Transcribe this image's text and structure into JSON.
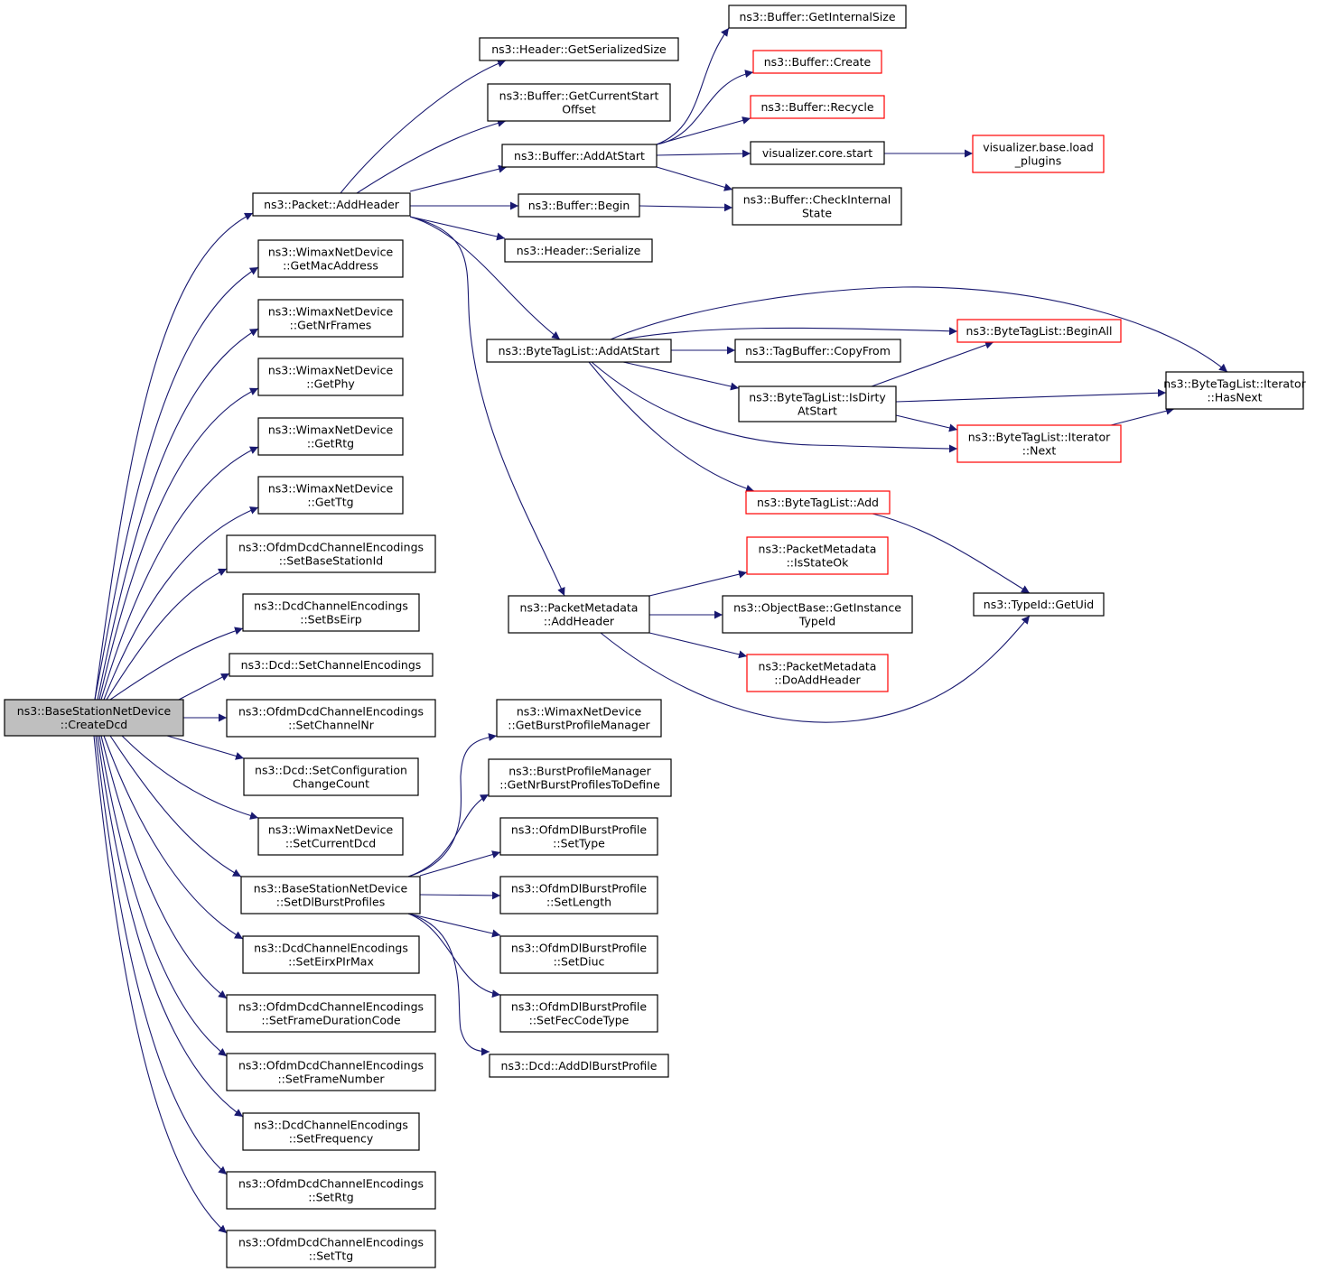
{
  "colors": {
    "edge": "#191970",
    "node_border": "#000000",
    "truncated_border": "#ff0000",
    "root_fill": "#bfbfbf",
    "background": "#ffffff"
  },
  "nodes": [
    {
      "id": "root",
      "lines": [
        "ns3::BaseStationNetDevice",
        "::CreateDcd"
      ],
      "style": "root"
    },
    {
      "id": "pkt_addheader",
      "lines": [
        "ns3::Packet::AddHeader"
      ],
      "style": "normal"
    },
    {
      "id": "wnd_getmac",
      "lines": [
        "ns3::WimaxNetDevice",
        "::GetMacAddress"
      ],
      "style": "normal"
    },
    {
      "id": "wnd_getnrframes",
      "lines": [
        "ns3::WimaxNetDevice",
        "::GetNrFrames"
      ],
      "style": "normal"
    },
    {
      "id": "wnd_getphy",
      "lines": [
        "ns3::WimaxNetDevice",
        "::GetPhy"
      ],
      "style": "normal"
    },
    {
      "id": "wnd_getrtg",
      "lines": [
        "ns3::WimaxNetDevice",
        "::GetRtg"
      ],
      "style": "normal"
    },
    {
      "id": "wnd_getttg",
      "lines": [
        "ns3::WimaxNetDevice",
        "::GetTtg"
      ],
      "style": "normal"
    },
    {
      "id": "odce_setbsid",
      "lines": [
        "ns3::OfdmDcdChannelEncodings",
        "::SetBaseStationId"
      ],
      "style": "normal"
    },
    {
      "id": "dce_setbseirp",
      "lines": [
        "ns3::DcdChannelEncodings",
        "::SetBsEirp"
      ],
      "style": "normal"
    },
    {
      "id": "dcd_setchenc",
      "lines": [
        "ns3::Dcd::SetChannelEncodings"
      ],
      "style": "normal"
    },
    {
      "id": "odce_setchnr",
      "lines": [
        "ns3::OfdmDcdChannelEncodings",
        "::SetChannelNr"
      ],
      "style": "normal"
    },
    {
      "id": "dcd_setconfig",
      "lines": [
        "ns3::Dcd::SetConfiguration",
        "ChangeCount"
      ],
      "style": "normal"
    },
    {
      "id": "wnd_setcurdcd",
      "lines": [
        "ns3::WimaxNetDevice",
        "::SetCurrentDcd"
      ],
      "style": "normal"
    },
    {
      "id": "bsnd_setdlbp",
      "lines": [
        "ns3::BaseStationNetDevice",
        "::SetDlBurstProfiles"
      ],
      "style": "normal"
    },
    {
      "id": "dce_seteirx",
      "lines": [
        "ns3::DcdChannelEncodings",
        "::SetEirxPIrMax"
      ],
      "style": "normal"
    },
    {
      "id": "odce_setfdc",
      "lines": [
        "ns3::OfdmDcdChannelEncodings",
        "::SetFrameDurationCode"
      ],
      "style": "normal"
    },
    {
      "id": "odce_setfn",
      "lines": [
        "ns3::OfdmDcdChannelEncodings",
        "::SetFrameNumber"
      ],
      "style": "normal"
    },
    {
      "id": "dce_setfreq",
      "lines": [
        "ns3::DcdChannelEncodings",
        "::SetFrequency"
      ],
      "style": "normal"
    },
    {
      "id": "odce_setrtg",
      "lines": [
        "ns3::OfdmDcdChannelEncodings",
        "::SetRtg"
      ],
      "style": "normal"
    },
    {
      "id": "odce_setttg",
      "lines": [
        "ns3::OfdmDcdChannelEncodings",
        "::SetTtg"
      ],
      "style": "normal"
    },
    {
      "id": "hdr_getsersize",
      "lines": [
        "ns3::Header::GetSerializedSize"
      ],
      "style": "normal"
    },
    {
      "id": "buf_getcso",
      "lines": [
        "ns3::Buffer::GetCurrentStart",
        "Offset"
      ],
      "style": "normal"
    },
    {
      "id": "buf_addatstart",
      "lines": [
        "ns3::Buffer::AddAtStart"
      ],
      "style": "normal"
    },
    {
      "id": "buf_begin",
      "lines": [
        "ns3::Buffer::Begin"
      ],
      "style": "normal"
    },
    {
      "id": "hdr_serialize",
      "lines": [
        "ns3::Header::Serialize"
      ],
      "style": "normal"
    },
    {
      "id": "btl_addatstart",
      "lines": [
        "ns3::ByteTagList::AddAtStart"
      ],
      "style": "normal"
    },
    {
      "id": "pm_addheader",
      "lines": [
        "ns3::PacketMetadata",
        "::AddHeader"
      ],
      "style": "normal"
    },
    {
      "id": "buf_getintsize",
      "lines": [
        "ns3::Buffer::GetInternalSize"
      ],
      "style": "normal"
    },
    {
      "id": "buf_create",
      "lines": [
        "ns3::Buffer::Create"
      ],
      "style": "truncated"
    },
    {
      "id": "buf_recycle",
      "lines": [
        "ns3::Buffer::Recycle"
      ],
      "style": "truncated"
    },
    {
      "id": "viz_start",
      "lines": [
        "visualizer.core.start"
      ],
      "style": "normal"
    },
    {
      "id": "buf_checkint",
      "lines": [
        "ns3::Buffer::CheckInternal",
        "State"
      ],
      "style": "normal"
    },
    {
      "id": "viz_loadplugins",
      "lines": [
        "visualizer.base.load",
        "_plugins"
      ],
      "style": "truncated"
    },
    {
      "id": "tb_copyfrom",
      "lines": [
        "ns3::TagBuffer::CopyFrom"
      ],
      "style": "normal"
    },
    {
      "id": "btl_isdirty",
      "lines": [
        "ns3::ByteTagList::IsDirty",
        "AtStart"
      ],
      "style": "normal"
    },
    {
      "id": "btl_beginall",
      "lines": [
        "ns3::ByteTagList::BeginAll"
      ],
      "style": "truncated"
    },
    {
      "id": "btl_itnext",
      "lines": [
        "ns3::ByteTagList::Iterator",
        "::Next"
      ],
      "style": "truncated"
    },
    {
      "id": "btl_ithasnext",
      "lines": [
        "ns3::ByteTagList::Iterator",
        "::HasNext"
      ],
      "style": "normal"
    },
    {
      "id": "btl_add",
      "lines": [
        "ns3::ByteTagList::Add"
      ],
      "style": "truncated"
    },
    {
      "id": "pm_isstateok",
      "lines": [
        "ns3::PacketMetadata",
        "::IsStateOk"
      ],
      "style": "truncated"
    },
    {
      "id": "ob_getinsttid",
      "lines": [
        "ns3::ObjectBase::GetInstance",
        "TypeId"
      ],
      "style": "normal"
    },
    {
      "id": "pm_doaddheader",
      "lines": [
        "ns3::PacketMetadata",
        "::DoAddHeader"
      ],
      "style": "truncated"
    },
    {
      "id": "tid_getuid",
      "lines": [
        "ns3::TypeId::GetUid"
      ],
      "style": "normal"
    },
    {
      "id": "wnd_getbpm",
      "lines": [
        "ns3::WimaxNetDevice",
        "::GetBurstProfileManager"
      ],
      "style": "normal"
    },
    {
      "id": "bpm_getnrbp",
      "lines": [
        "ns3::BurstProfileManager",
        "::GetNrBurstProfilesToDefine"
      ],
      "style": "normal"
    },
    {
      "id": "odbp_settype",
      "lines": [
        "ns3::OfdmDlBurstProfile",
        "::SetType"
      ],
      "style": "normal"
    },
    {
      "id": "odbp_setlength",
      "lines": [
        "ns3::OfdmDlBurstProfile",
        "::SetLength"
      ],
      "style": "normal"
    },
    {
      "id": "odbp_setdiuc",
      "lines": [
        "ns3::OfdmDlBurstProfile",
        "::SetDiuc"
      ],
      "style": "normal"
    },
    {
      "id": "odbp_setfec",
      "lines": [
        "ns3::OfdmDlBurstProfile",
        "::SetFecCodeType"
      ],
      "style": "normal"
    },
    {
      "id": "dcd_adddlbp",
      "lines": [
        "ns3::Dcd::AddDlBurstProfile"
      ],
      "style": "normal"
    }
  ],
  "edges": [
    [
      "root",
      "pkt_addheader"
    ],
    [
      "root",
      "wnd_getmac"
    ],
    [
      "root",
      "wnd_getnrframes"
    ],
    [
      "root",
      "wnd_getphy"
    ],
    [
      "root",
      "wnd_getrtg"
    ],
    [
      "root",
      "wnd_getttg"
    ],
    [
      "root",
      "odce_setbsid"
    ],
    [
      "root",
      "dce_setbseirp"
    ],
    [
      "root",
      "dcd_setchenc"
    ],
    [
      "root",
      "odce_setchnr"
    ],
    [
      "root",
      "dcd_setconfig"
    ],
    [
      "root",
      "wnd_setcurdcd"
    ],
    [
      "root",
      "bsnd_setdlbp"
    ],
    [
      "root",
      "dce_seteirx"
    ],
    [
      "root",
      "odce_setfdc"
    ],
    [
      "root",
      "odce_setfn"
    ],
    [
      "root",
      "dce_setfreq"
    ],
    [
      "root",
      "odce_setrtg"
    ],
    [
      "root",
      "odce_setttg"
    ],
    [
      "pkt_addheader",
      "hdr_getsersize"
    ],
    [
      "pkt_addheader",
      "buf_getcso"
    ],
    [
      "pkt_addheader",
      "buf_addatstart"
    ],
    [
      "pkt_addheader",
      "buf_begin"
    ],
    [
      "pkt_addheader",
      "hdr_serialize"
    ],
    [
      "pkt_addheader",
      "btl_addatstart"
    ],
    [
      "pkt_addheader",
      "pm_addheader"
    ],
    [
      "buf_addatstart",
      "buf_getintsize"
    ],
    [
      "buf_addatstart",
      "buf_create"
    ],
    [
      "buf_addatstart",
      "buf_recycle"
    ],
    [
      "buf_addatstart",
      "viz_start"
    ],
    [
      "buf_addatstart",
      "buf_checkint"
    ],
    [
      "buf_begin",
      "buf_checkint"
    ],
    [
      "viz_start",
      "viz_loadplugins"
    ],
    [
      "btl_addatstart",
      "btl_ithasnext"
    ],
    [
      "btl_addatstart",
      "btl_beginall"
    ],
    [
      "btl_addatstart",
      "tb_copyfrom"
    ],
    [
      "btl_addatstart",
      "btl_isdirty"
    ],
    [
      "btl_addatstart",
      "btl_itnext"
    ],
    [
      "btl_addatstart",
      "btl_add"
    ],
    [
      "btl_isdirty",
      "btl_beginall"
    ],
    [
      "btl_isdirty",
      "btl_ithasnext"
    ],
    [
      "btl_isdirty",
      "btl_itnext"
    ],
    [
      "btl_itnext",
      "btl_ithasnext"
    ],
    [
      "btl_add",
      "tid_getuid"
    ],
    [
      "pm_addheader",
      "pm_isstateok"
    ],
    [
      "pm_addheader",
      "ob_getinsttid"
    ],
    [
      "pm_addheader",
      "pm_doaddheader"
    ],
    [
      "pm_addheader",
      "tid_getuid"
    ],
    [
      "bsnd_setdlbp",
      "wnd_getbpm"
    ],
    [
      "bsnd_setdlbp",
      "bpm_getnrbp"
    ],
    [
      "bsnd_setdlbp",
      "odbp_settype"
    ],
    [
      "bsnd_setdlbp",
      "odbp_setlength"
    ],
    [
      "bsnd_setdlbp",
      "odbp_setdiuc"
    ],
    [
      "bsnd_setdlbp",
      "odbp_setfec"
    ],
    [
      "bsnd_setdlbp",
      "dcd_adddlbp"
    ]
  ]
}
